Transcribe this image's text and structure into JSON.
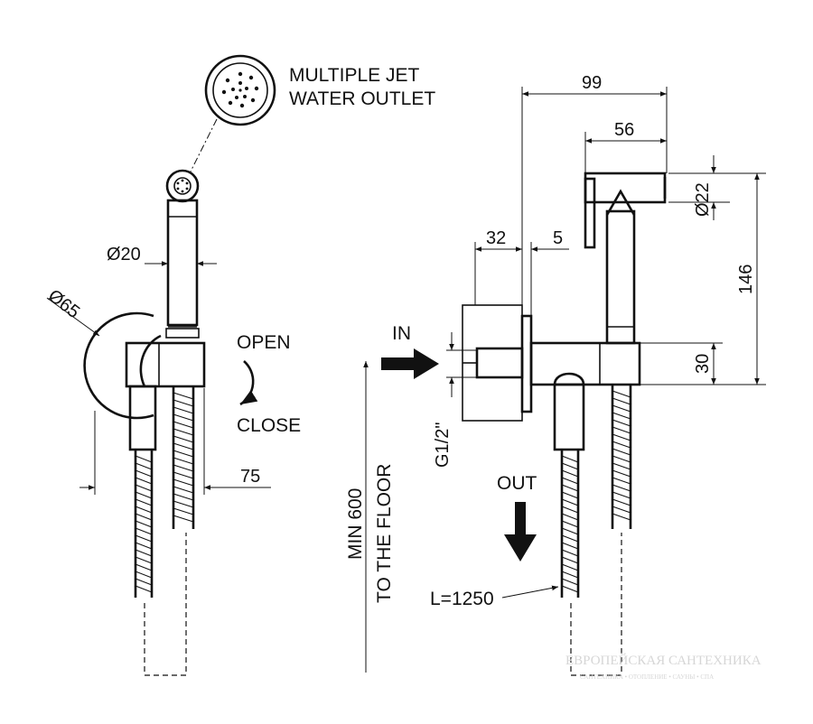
{
  "labels": {
    "outlet_line1": "MULTIPLE JET",
    "outlet_line2": "WATER OUTLET",
    "open": "OPEN",
    "close": "CLOSE",
    "in": "IN",
    "out": "OUT",
    "floor_line1": "MIN 600",
    "floor_line2": "TO THE FLOOR",
    "thread": "G1/2\"",
    "hose_length": "L=1250"
  },
  "dimensions": {
    "d20": "Ø20",
    "d65": "Ø65",
    "w75": "75",
    "w99": "99",
    "w56": "56",
    "d22": "Ø22",
    "h146": "146",
    "w32": "32",
    "w5": "5",
    "h30": "30"
  },
  "watermark": {
    "line1": "ЕВРОПЕЙСКАЯ САНТЕХНИКА",
    "line2": "САНТЕХНИКА • ОТОПЛЕНИЕ • САУНЫ • СПА"
  }
}
